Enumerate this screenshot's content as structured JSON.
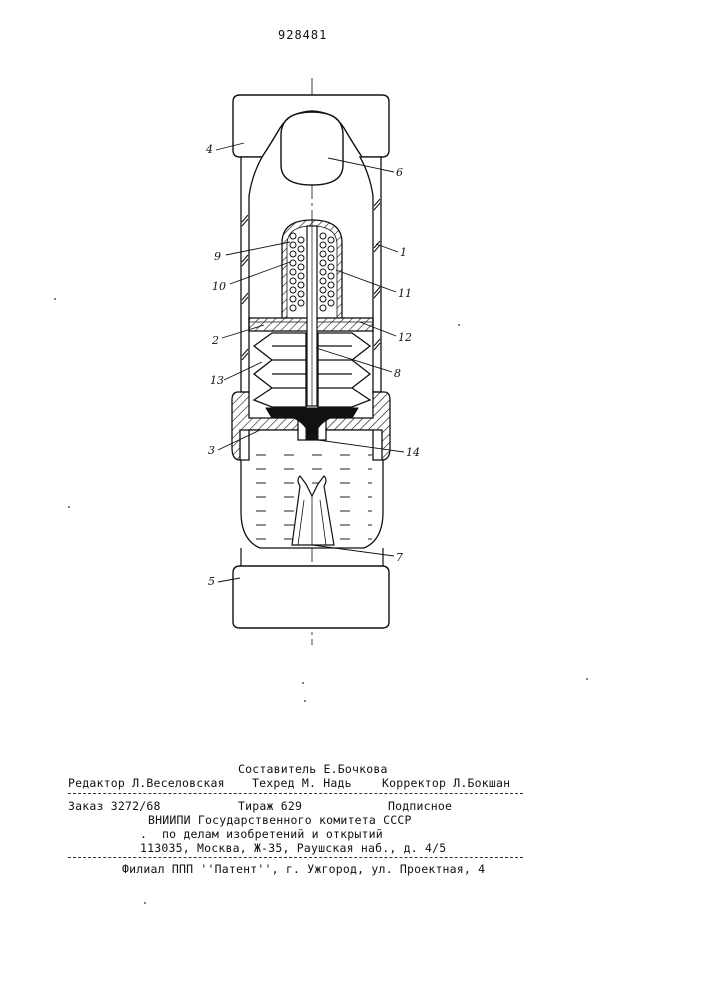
{
  "header": {
    "patent_number": "928481"
  },
  "figure": {
    "labels": [
      "4",
      "6",
      "9",
      "10",
      "1",
      "11",
      "2",
      "12",
      "13",
      "8",
      "3",
      "14",
      "7",
      "5"
    ]
  },
  "footer": {
    "compiler": "Составитель Е.Бочкова",
    "editor": "Редактор Л.Веселовская",
    "techred": "Техред М. Надь",
    "corrector": "Корректор Л.Бокшан",
    "order": "Заказ 3272/68",
    "circulation": "Тираж 629",
    "subscription": "Подписное",
    "org_line1": "ВНИИПИ Государственного комитета СССР",
    "org_line2": "по делам изобретений и открытий",
    "org_address": "113035, Москва, Ж-35, Раушская наб., д. 4/5",
    "branch": "Филиал ППП ''Патент'', г. Ужгород, ул. Проектная, 4"
  }
}
